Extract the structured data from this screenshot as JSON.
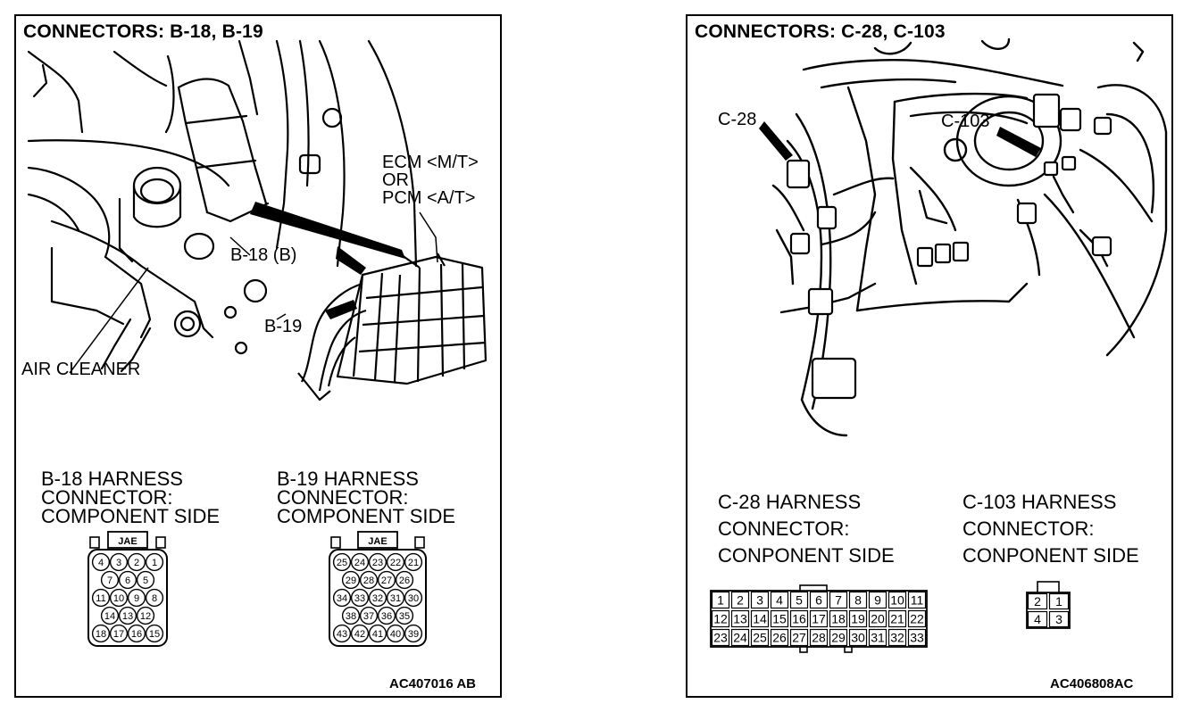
{
  "left": {
    "title": "CONNECTORS: B-18, B-19",
    "label_ecm": "ECM <M/T>",
    "label_or": "OR",
    "label_pcm": "PCM <A/T>",
    "label_b18": "B-18 (B)",
    "label_b19": "B-19",
    "label_air": "AIR CLEANER",
    "b18_header": "B-18 HARNESS\nCONNECTOR:\nCOMPONENT SIDE",
    "b19_header": "B-19 HARNESS\nCONNECTOR:\nCOMPONENT SIDE",
    "b18_tag": "JAE",
    "b19_tag": "JAE",
    "b18_rows": [
      [
        "4",
        "3",
        "2",
        "1"
      ],
      [
        "7",
        "6",
        "5"
      ],
      [
        "11",
        "10",
        "9",
        "8"
      ],
      [
        "14",
        "13",
        "12"
      ],
      [
        "18",
        "17",
        "16",
        "15"
      ]
    ],
    "b19_rows": [
      [
        "25",
        "24",
        "23",
        "22",
        "21"
      ],
      [
        "29",
        "28",
        "27",
        "26"
      ],
      [
        "34",
        "33",
        "32",
        "31",
        "30"
      ],
      [
        "38",
        "37",
        "36",
        "35"
      ],
      [
        "43",
        "42",
        "41",
        "40",
        "39"
      ]
    ],
    "code": "AC407016 AB"
  },
  "right": {
    "title": "CONNECTORS: C-28, C-103",
    "label_c28": "C-28",
    "label_c103": "C-103",
    "c28_header": "C-28 HARNESS\nCONNECTOR:\nCONPONENT SIDE",
    "c103_header": "C-103 HARNESS\nCONNECTOR:\nCONPONENT SIDE",
    "c28_rows": [
      [
        "1",
        "2",
        "3",
        "4",
        "5",
        "6",
        "7",
        "8",
        "9",
        "10",
        "11"
      ],
      [
        "12",
        "13",
        "14",
        "15",
        "16",
        "17",
        "18",
        "19",
        "20",
        "21",
        "22"
      ],
      [
        "23",
        "24",
        "25",
        "26",
        "27",
        "28",
        "29",
        "30",
        "31",
        "32",
        "33"
      ]
    ],
    "c103_rows": [
      [
        "2",
        "1"
      ],
      [
        "4",
        "3"
      ]
    ],
    "code": "AC406808AC"
  }
}
